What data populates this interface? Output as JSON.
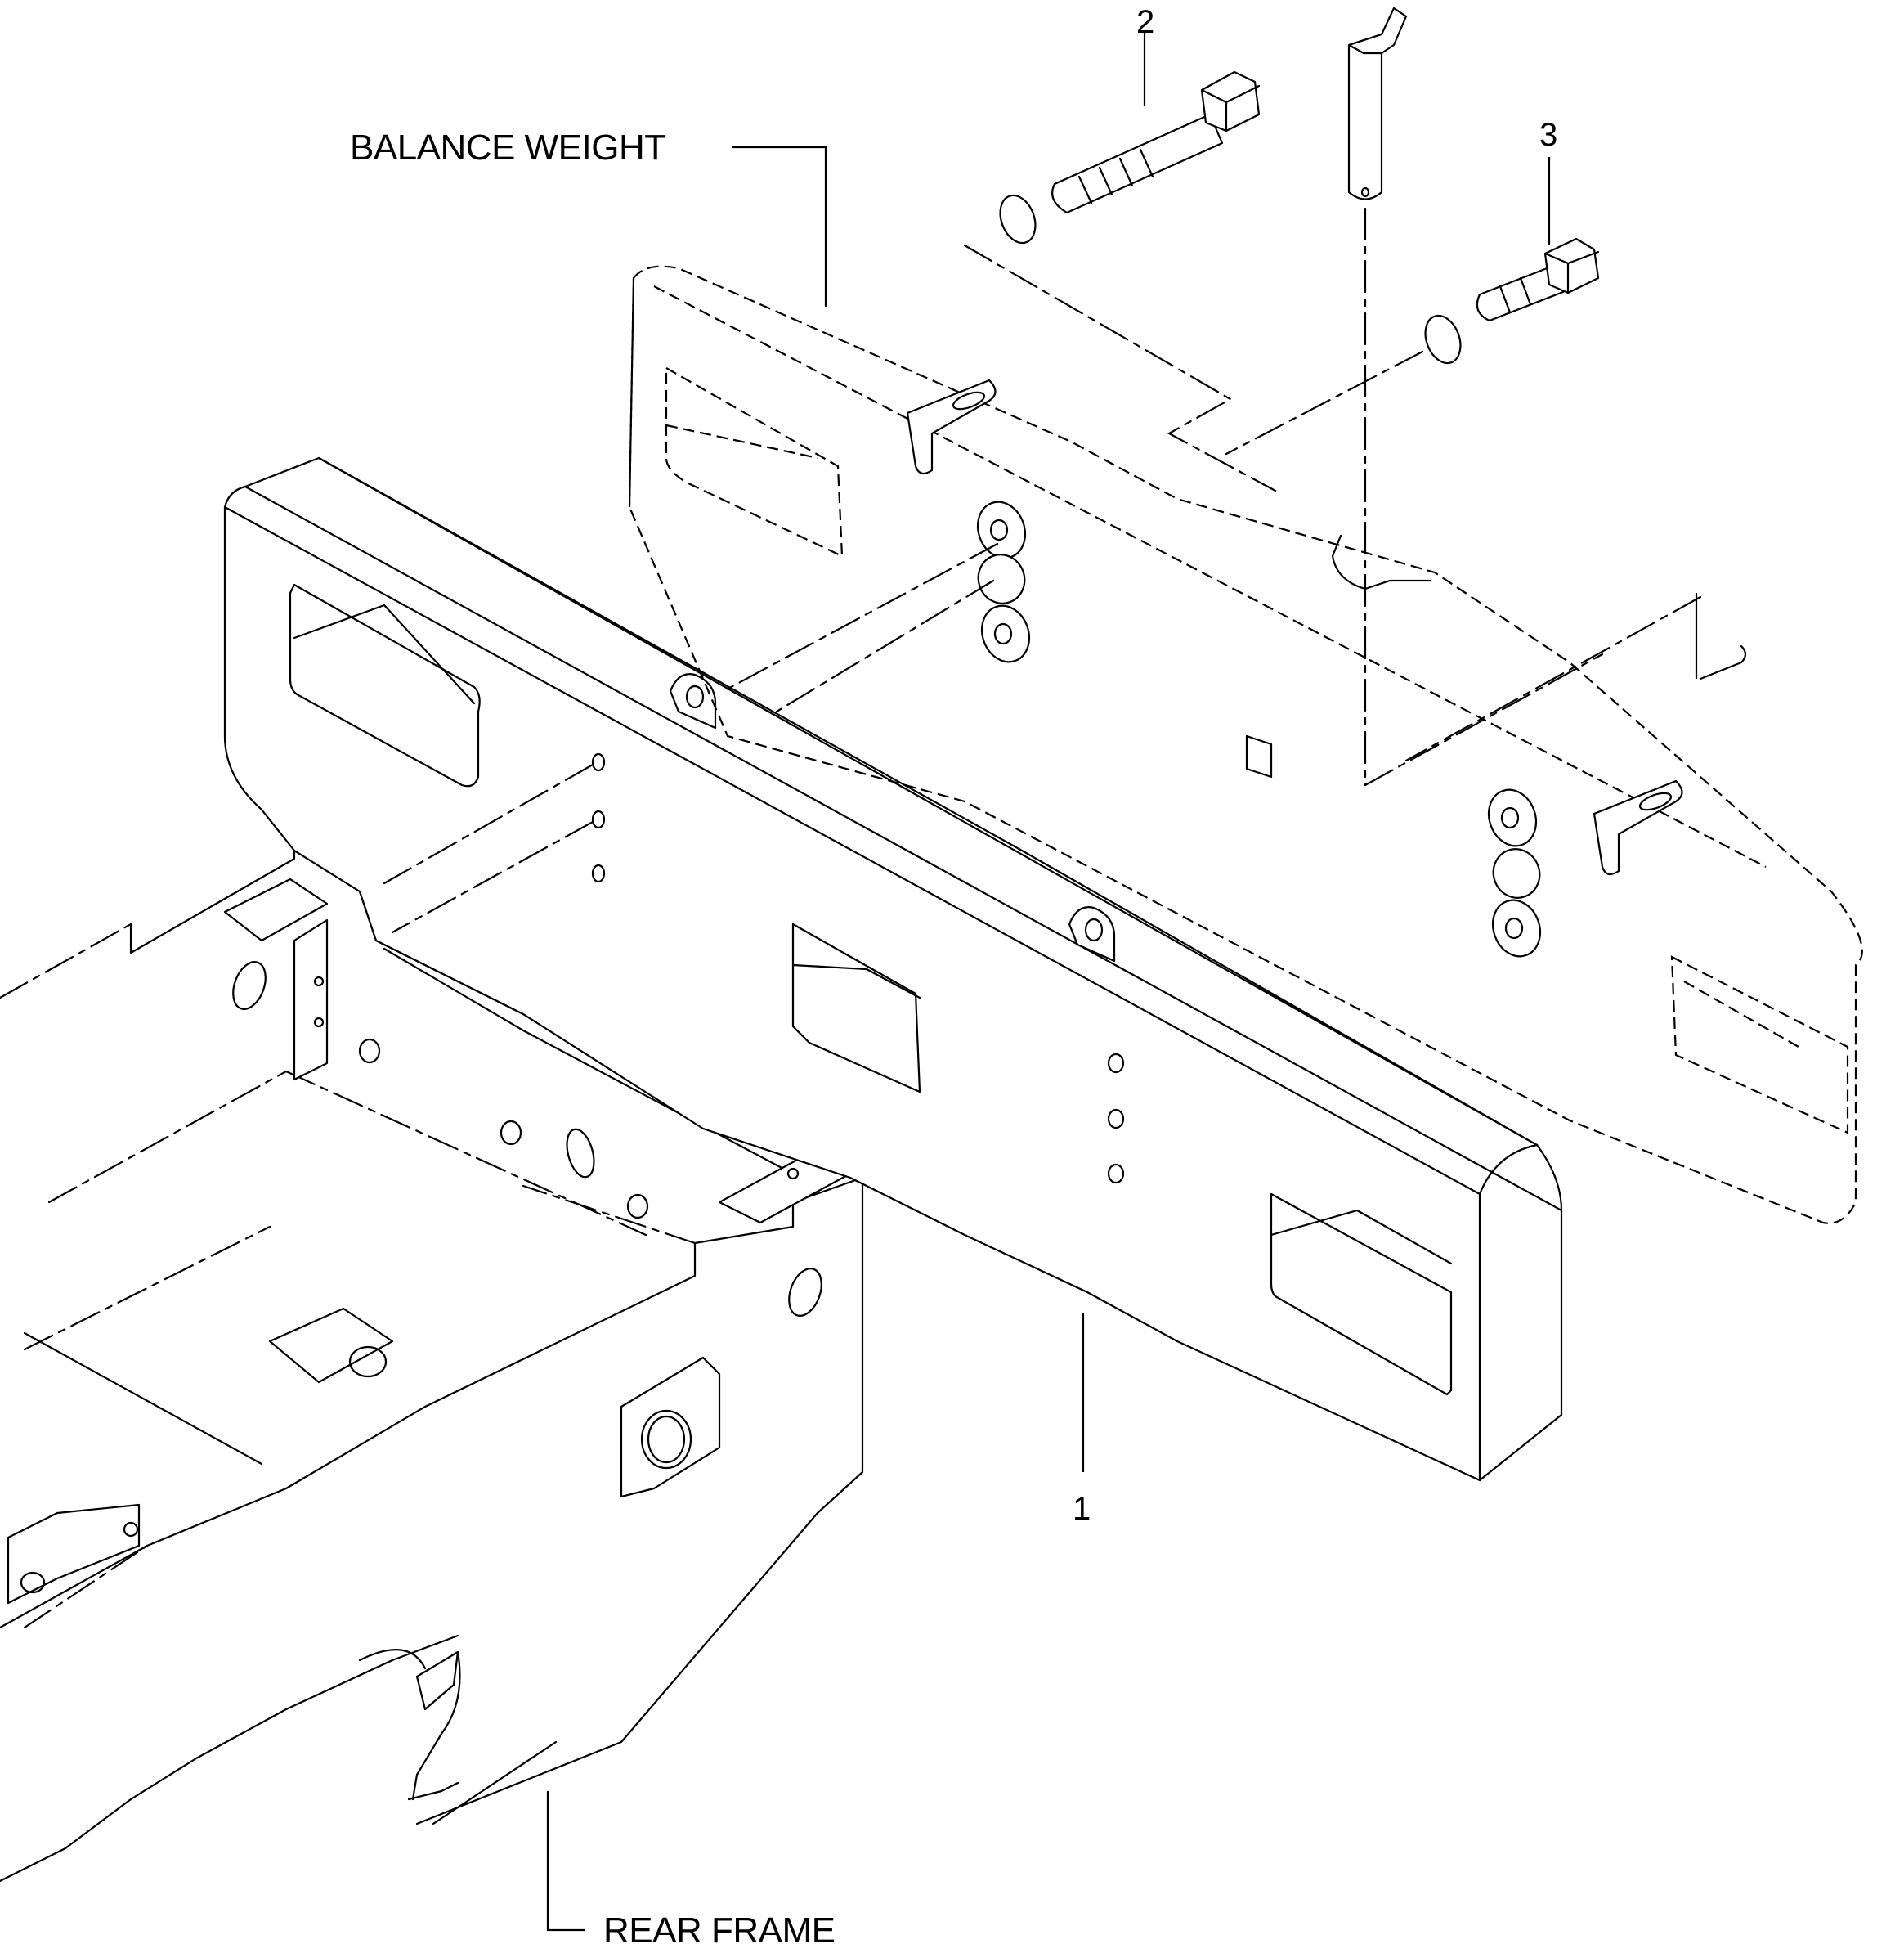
{
  "labels": {
    "balance_weight": "BALANCE WEIGHT",
    "rear_frame": "REAR FRAME"
  },
  "callouts": {
    "item_1": "1",
    "item_2": "2",
    "item_3": "3"
  },
  "colors": {
    "line": "#000000",
    "background": "#ffffff"
  }
}
